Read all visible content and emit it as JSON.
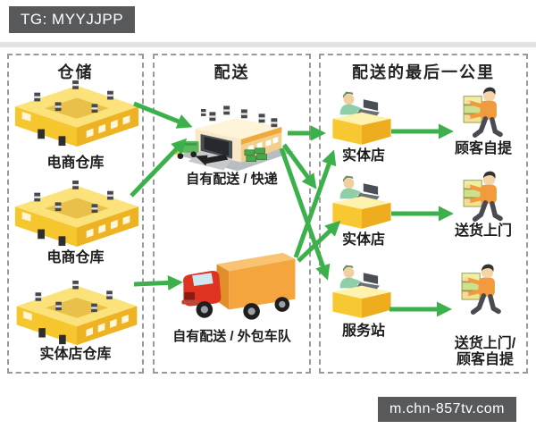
{
  "badges": {
    "top_left": "TG: MYYJJPP",
    "bottom_right": "m.chn-857tv.com"
  },
  "panels": {
    "warehousing": {
      "title": "仓储",
      "warehouses": [
        {
          "label": "电商仓库"
        },
        {
          "label": "电商仓库"
        },
        {
          "label": "实体店仓库"
        }
      ]
    },
    "distribution": {
      "title": "配送",
      "methods": [
        {
          "label": "自有配送 / 快递"
        },
        {
          "label": "自有配送 / 外包车队"
        }
      ]
    },
    "last_mile": {
      "title": "配送的最后一公里",
      "rows": [
        {
          "store": "实体店",
          "delivery": "顾客自提",
          "delivery2": ""
        },
        {
          "store": "实体店",
          "delivery": "送货上门",
          "delivery2": ""
        },
        {
          "store": "服务站",
          "delivery": "送货上门/",
          "delivery2": "顾客自提"
        }
      ]
    }
  },
  "icons": {
    "warehouse": "isometric-yellow-warehouse",
    "distribution_center": "warehouse-dock-with-small-truck-and-pallets",
    "truck": "red-cab-orange-cargo-truck",
    "store_counter": "clerk-with-laptop-at-yellow-counter",
    "customer": "person-carrying-stacked-boxes",
    "flow_arrow": "green-arrow"
  },
  "colors": {
    "arrow_green": "#3cb14b",
    "warehouse_yellow": "#f6c62f",
    "truck_cab_red": "#df3322",
    "truck_cargo_orange": "#f5a53d",
    "badge_bg": "#58595b",
    "panel_border": "#9a9a9a"
  }
}
